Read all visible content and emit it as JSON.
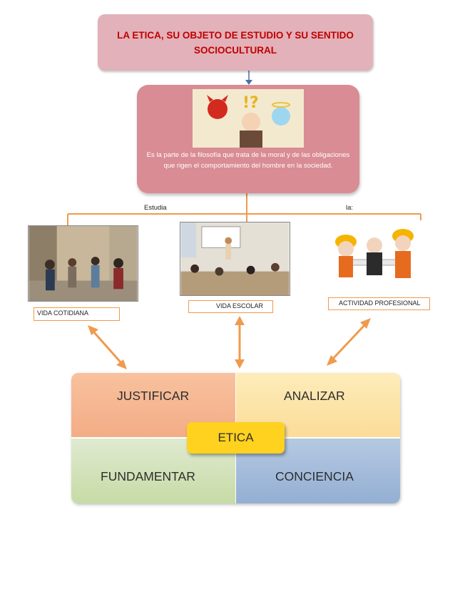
{
  "title": "LA ETICA, SU OBJETO DE ESTUDIO Y SU SENTIDO SOCIOCULTURAL",
  "definition": "Es la parte de la filosofía que trata de la moral y de las obligaciones que rigen el comportamiento del hombre en la sociedad.",
  "branch_left_label": "Estudia",
  "branch_right_label": "la:",
  "areas": [
    {
      "label": "VIDA COTIDIANA",
      "image_icon": "street-crowd-photo"
    },
    {
      "label": "VIDA ESCOLAR",
      "image_icon": "classroom-photo"
    },
    {
      "label": "ACTIVIDAD PROFESIONAL",
      "image_icon": "workers-meeting-photo"
    }
  ],
  "matrix": {
    "top_left": "JUSTIFICAR",
    "top_right": "ANALIZAR",
    "bottom_left": "FUNDAMENTAR",
    "bottom_right": "CONCIENCIA",
    "center": "ETICA"
  },
  "colors": {
    "title_bg": "#e3b1b9",
    "title_text": "#c00000",
    "definition_bg": "#d98c93",
    "connector_orange": "#f09a4f",
    "arrow_blue": "#4a6fa5",
    "quad_top_left": "#f6b791",
    "quad_top_right": "#fde4a6",
    "quad_bottom_left": "#d6e5b5",
    "quad_bottom_right": "#a7bdd8",
    "center_bg": "#ffd21f"
  }
}
